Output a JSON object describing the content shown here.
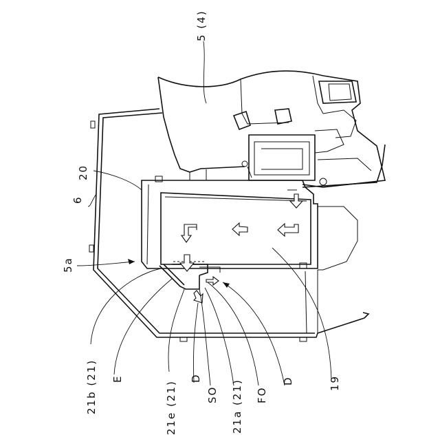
{
  "labels": {
    "l_5_4": "5 (4)",
    "l_20": "20",
    "l_6": "6",
    "l_5a": "5a",
    "l_21b": "21b (21)",
    "l_E": "E",
    "l_21e": "21e (21)",
    "l_D1": "D",
    "l_SO": "SO",
    "l_21a": "21a (21)",
    "l_FO": "FO",
    "l_D2": "D",
    "l_19": "19"
  }
}
